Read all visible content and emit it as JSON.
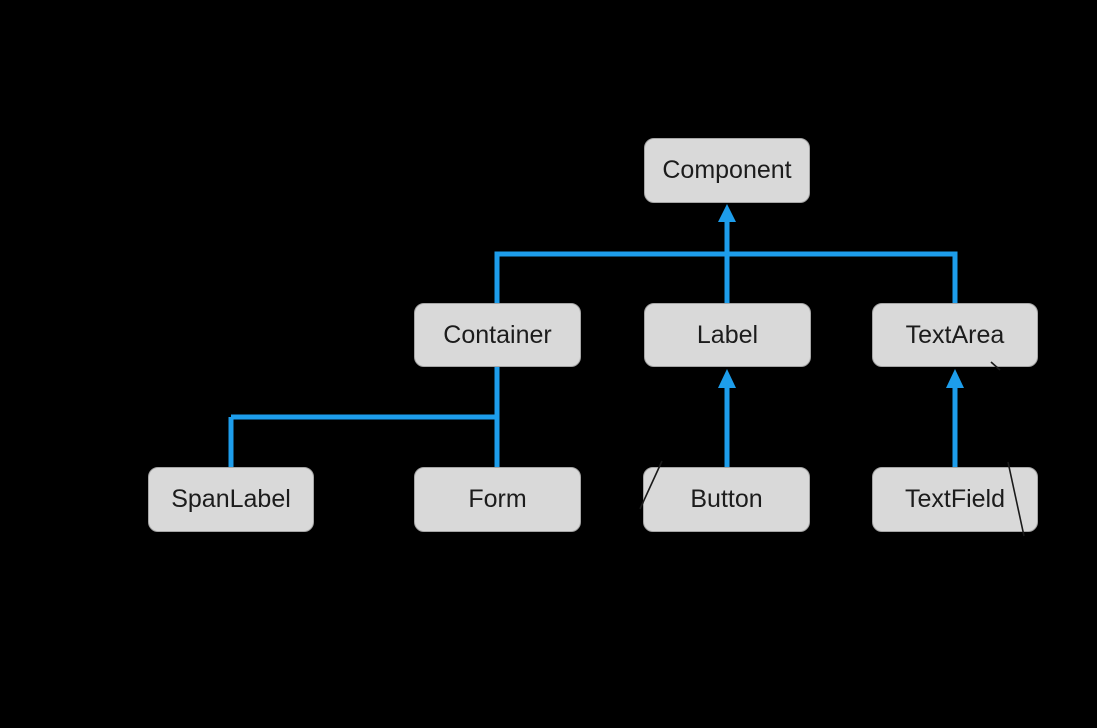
{
  "colors": {
    "background": "#000000",
    "connector": "#1d9deb",
    "node_fill": "#d9d9d9",
    "node_border": "#a6a6a6",
    "node_text": "#1c1c1c",
    "leader_line": "#1a1a1a"
  },
  "nodes": {
    "component": {
      "label": "Component"
    },
    "container": {
      "label": "Container"
    },
    "label": {
      "label": "Label"
    },
    "textarea": {
      "label": "TextArea"
    },
    "spanlabel": {
      "label": "SpanLabel"
    },
    "form": {
      "label": "Form"
    },
    "button": {
      "label": "Button"
    },
    "textfield": {
      "label": "TextField"
    }
  },
  "edges": [
    {
      "from": "Container",
      "to": "Component"
    },
    {
      "from": "Label",
      "to": "Component"
    },
    {
      "from": "TextArea",
      "to": "Component"
    },
    {
      "from": "SpanLabel",
      "to": "Container"
    },
    {
      "from": "Form",
      "to": "Container"
    },
    {
      "from": "Button",
      "to": "Label"
    },
    {
      "from": "TextField",
      "to": "TextArea"
    }
  ]
}
